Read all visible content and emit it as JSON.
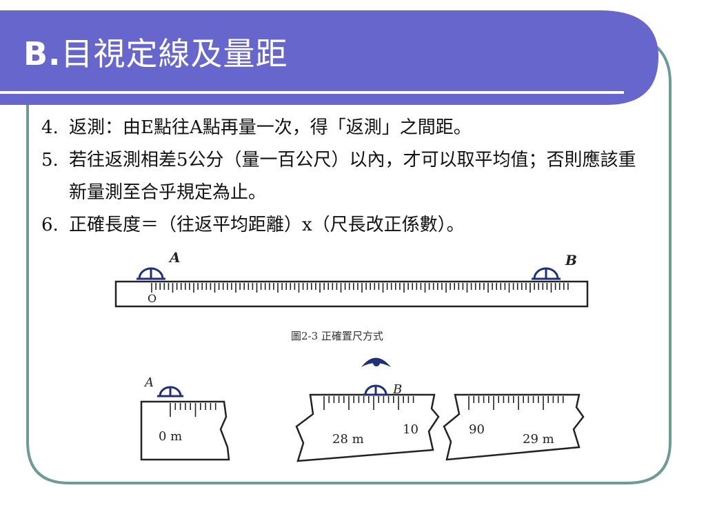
{
  "title": {
    "prefix": "B.",
    "text": "目視定線及量距"
  },
  "items": [
    {
      "num": "4.",
      "text": "返測：由E點往A點再量一次，得「返測」之間距。"
    },
    {
      "num": "5.",
      "text": "若往返測相差5公分（量一百公尺）以內，才可以取平均值；否則應該重新量測至合乎規定為止。"
    },
    {
      "num": "6.",
      "text": "正確長度＝（往返平均距離）x（尺長改正係數）。"
    }
  ],
  "figure": {
    "top": {
      "label_a": "A",
      "label_b": "B",
      "zero_mark": "O",
      "caption": "圖2-3  正確置尺方式"
    },
    "bottom": {
      "label_a": "A",
      "label_b": "B",
      "left_tick": "0 m",
      "mid_tick_1": "28 m",
      "mid_tick_2": "10",
      "right_tick_1": "90",
      "right_tick_2": "29 m"
    }
  },
  "colors": {
    "header": "#6666cc",
    "frame_border": "#6f9a96",
    "rule_line": "#ffffff",
    "symbol": "#1f2f7a"
  }
}
